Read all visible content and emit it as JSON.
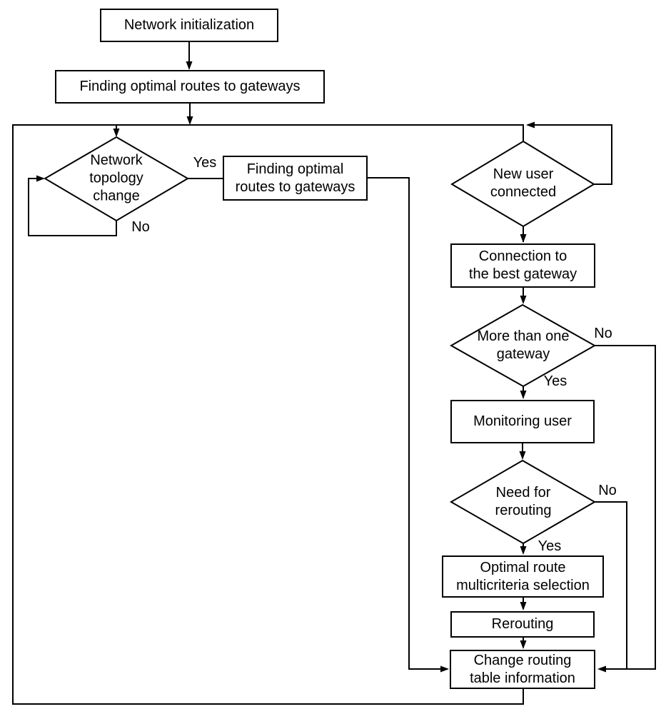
{
  "diagram": {
    "background_color": "#ffffff",
    "line_color": "#000000",
    "text_color": "#000000"
  },
  "nodes": {
    "init": {
      "lines": [
        "Network initialization"
      ]
    },
    "find_initial": {
      "lines": [
        "Finding optimal routes to gateways"
      ]
    },
    "find_update": {
      "lines": [
        "Finding optimal",
        "routes to gateways"
      ]
    },
    "connect_gateway": {
      "lines": [
        "Connection to",
        "the best gateway"
      ]
    },
    "monitor_user": {
      "lines": [
        "Monitoring user"
      ]
    },
    "optimal_route": {
      "lines": [
        "Optimal route",
        "multicriteria selection"
      ]
    },
    "rerouting": {
      "lines": [
        "Rerouting"
      ]
    },
    "change_table": {
      "lines": [
        "Change routing",
        "table information"
      ]
    }
  },
  "decisions": {
    "topology_change": {
      "lines": [
        "Network",
        "topology",
        "change"
      ]
    },
    "new_user": {
      "lines": [
        "New user",
        "connected"
      ]
    },
    "more_than_one": {
      "lines": [
        "More than one",
        "gateway"
      ]
    },
    "need_rerouting": {
      "lines": [
        "Need for",
        "rerouting"
      ]
    }
  },
  "edge_labels": {
    "topology_yes": "Yes",
    "topology_no": "No",
    "more_than_one_no": "No",
    "more_than_one_yes": "Yes",
    "need_rerouting_no": "No",
    "need_rerouting_yes": "Yes"
  }
}
